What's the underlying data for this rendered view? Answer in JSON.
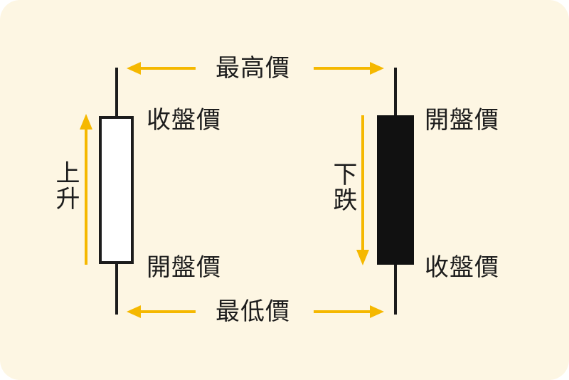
{
  "labels": {
    "high": "最高價",
    "low": "最低價",
    "bull_top": "收盤價",
    "bull_bottom": "開盤價",
    "bear_top": "開盤價",
    "bear_bottom": "收盤價",
    "rise": "上升",
    "fall": "下跌"
  },
  "colors": {
    "background": "#fdf6e3",
    "arrow": "#f5b800",
    "ink": "#1c1c1c",
    "bull_body": "#ffffff",
    "bear_body": "#111111"
  }
}
